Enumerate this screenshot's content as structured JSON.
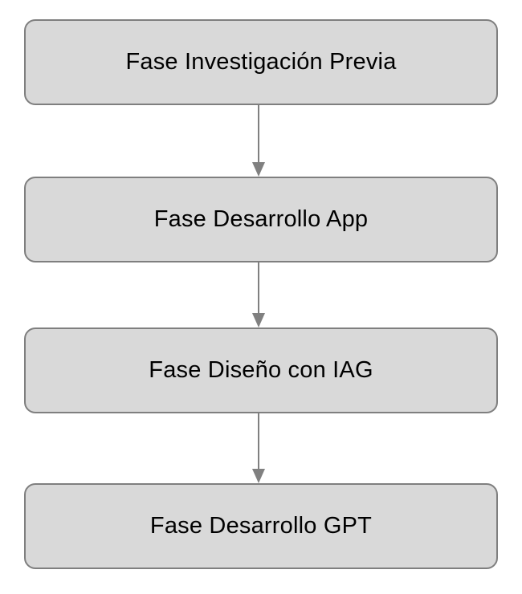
{
  "diagram": {
    "type": "flowchart",
    "direction": "top-down",
    "nodes": [
      {
        "id": "node-1",
        "label": "Fase Investigación Previa"
      },
      {
        "id": "node-2",
        "label": "Fase Desarrollo App"
      },
      {
        "id": "node-3",
        "label": "Fase Diseño con IAG"
      },
      {
        "id": "node-4",
        "label": "Fase Desarrollo GPT"
      }
    ],
    "connectors": [
      {
        "from": 0,
        "to": 1,
        "style": "solid-line-arrowhead-down"
      },
      {
        "from": 1,
        "to": 2,
        "style": "solid-line-arrowhead-down"
      },
      {
        "from": 2,
        "to": 3,
        "style": "solid-line-arrowhead-down"
      }
    ],
    "colors": {
      "node_fill": "#D9D9D9",
      "node_border": "#7F7F7F",
      "arrow": "#808080",
      "text": "#000000",
      "background": "#FFFFFF"
    }
  }
}
